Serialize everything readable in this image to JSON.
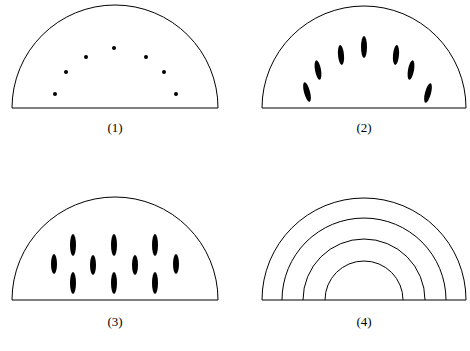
{
  "diagram": {
    "labels": [
      "(1)",
      "(2)",
      "(3)",
      "(4)"
    ]
  }
}
